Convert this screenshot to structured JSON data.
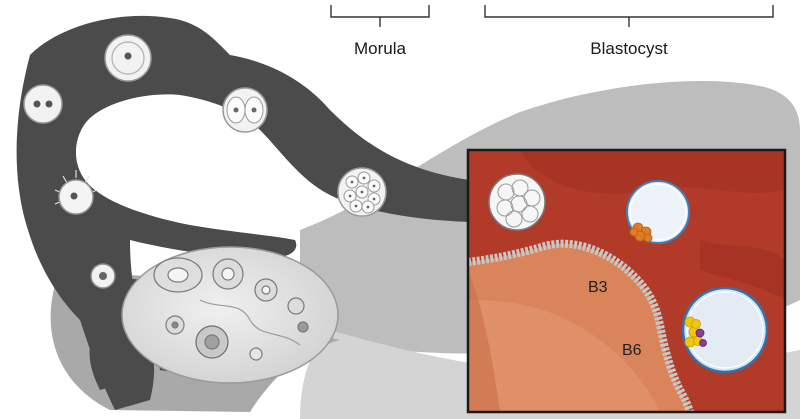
{
  "stage_labels": {
    "morula": "Morula",
    "blastocyst": "Blastocyst"
  },
  "inset_labels": {
    "b3": "B3",
    "b6": "B6"
  },
  "colors": {
    "tube_dark": "#4b4b4b",
    "uterus_gray": "#bdbdbd",
    "ovary_light": "#e6e6e6",
    "endometrium_red": "#b23a28",
    "endometrium_orange": "#d9845a",
    "inset_border": "#1a1a1a"
  },
  "icons": [
    "zygote-icon",
    "cleavage-embryo-icon",
    "morula-icon",
    "blastocyst-icon",
    "follicle-icon"
  ]
}
